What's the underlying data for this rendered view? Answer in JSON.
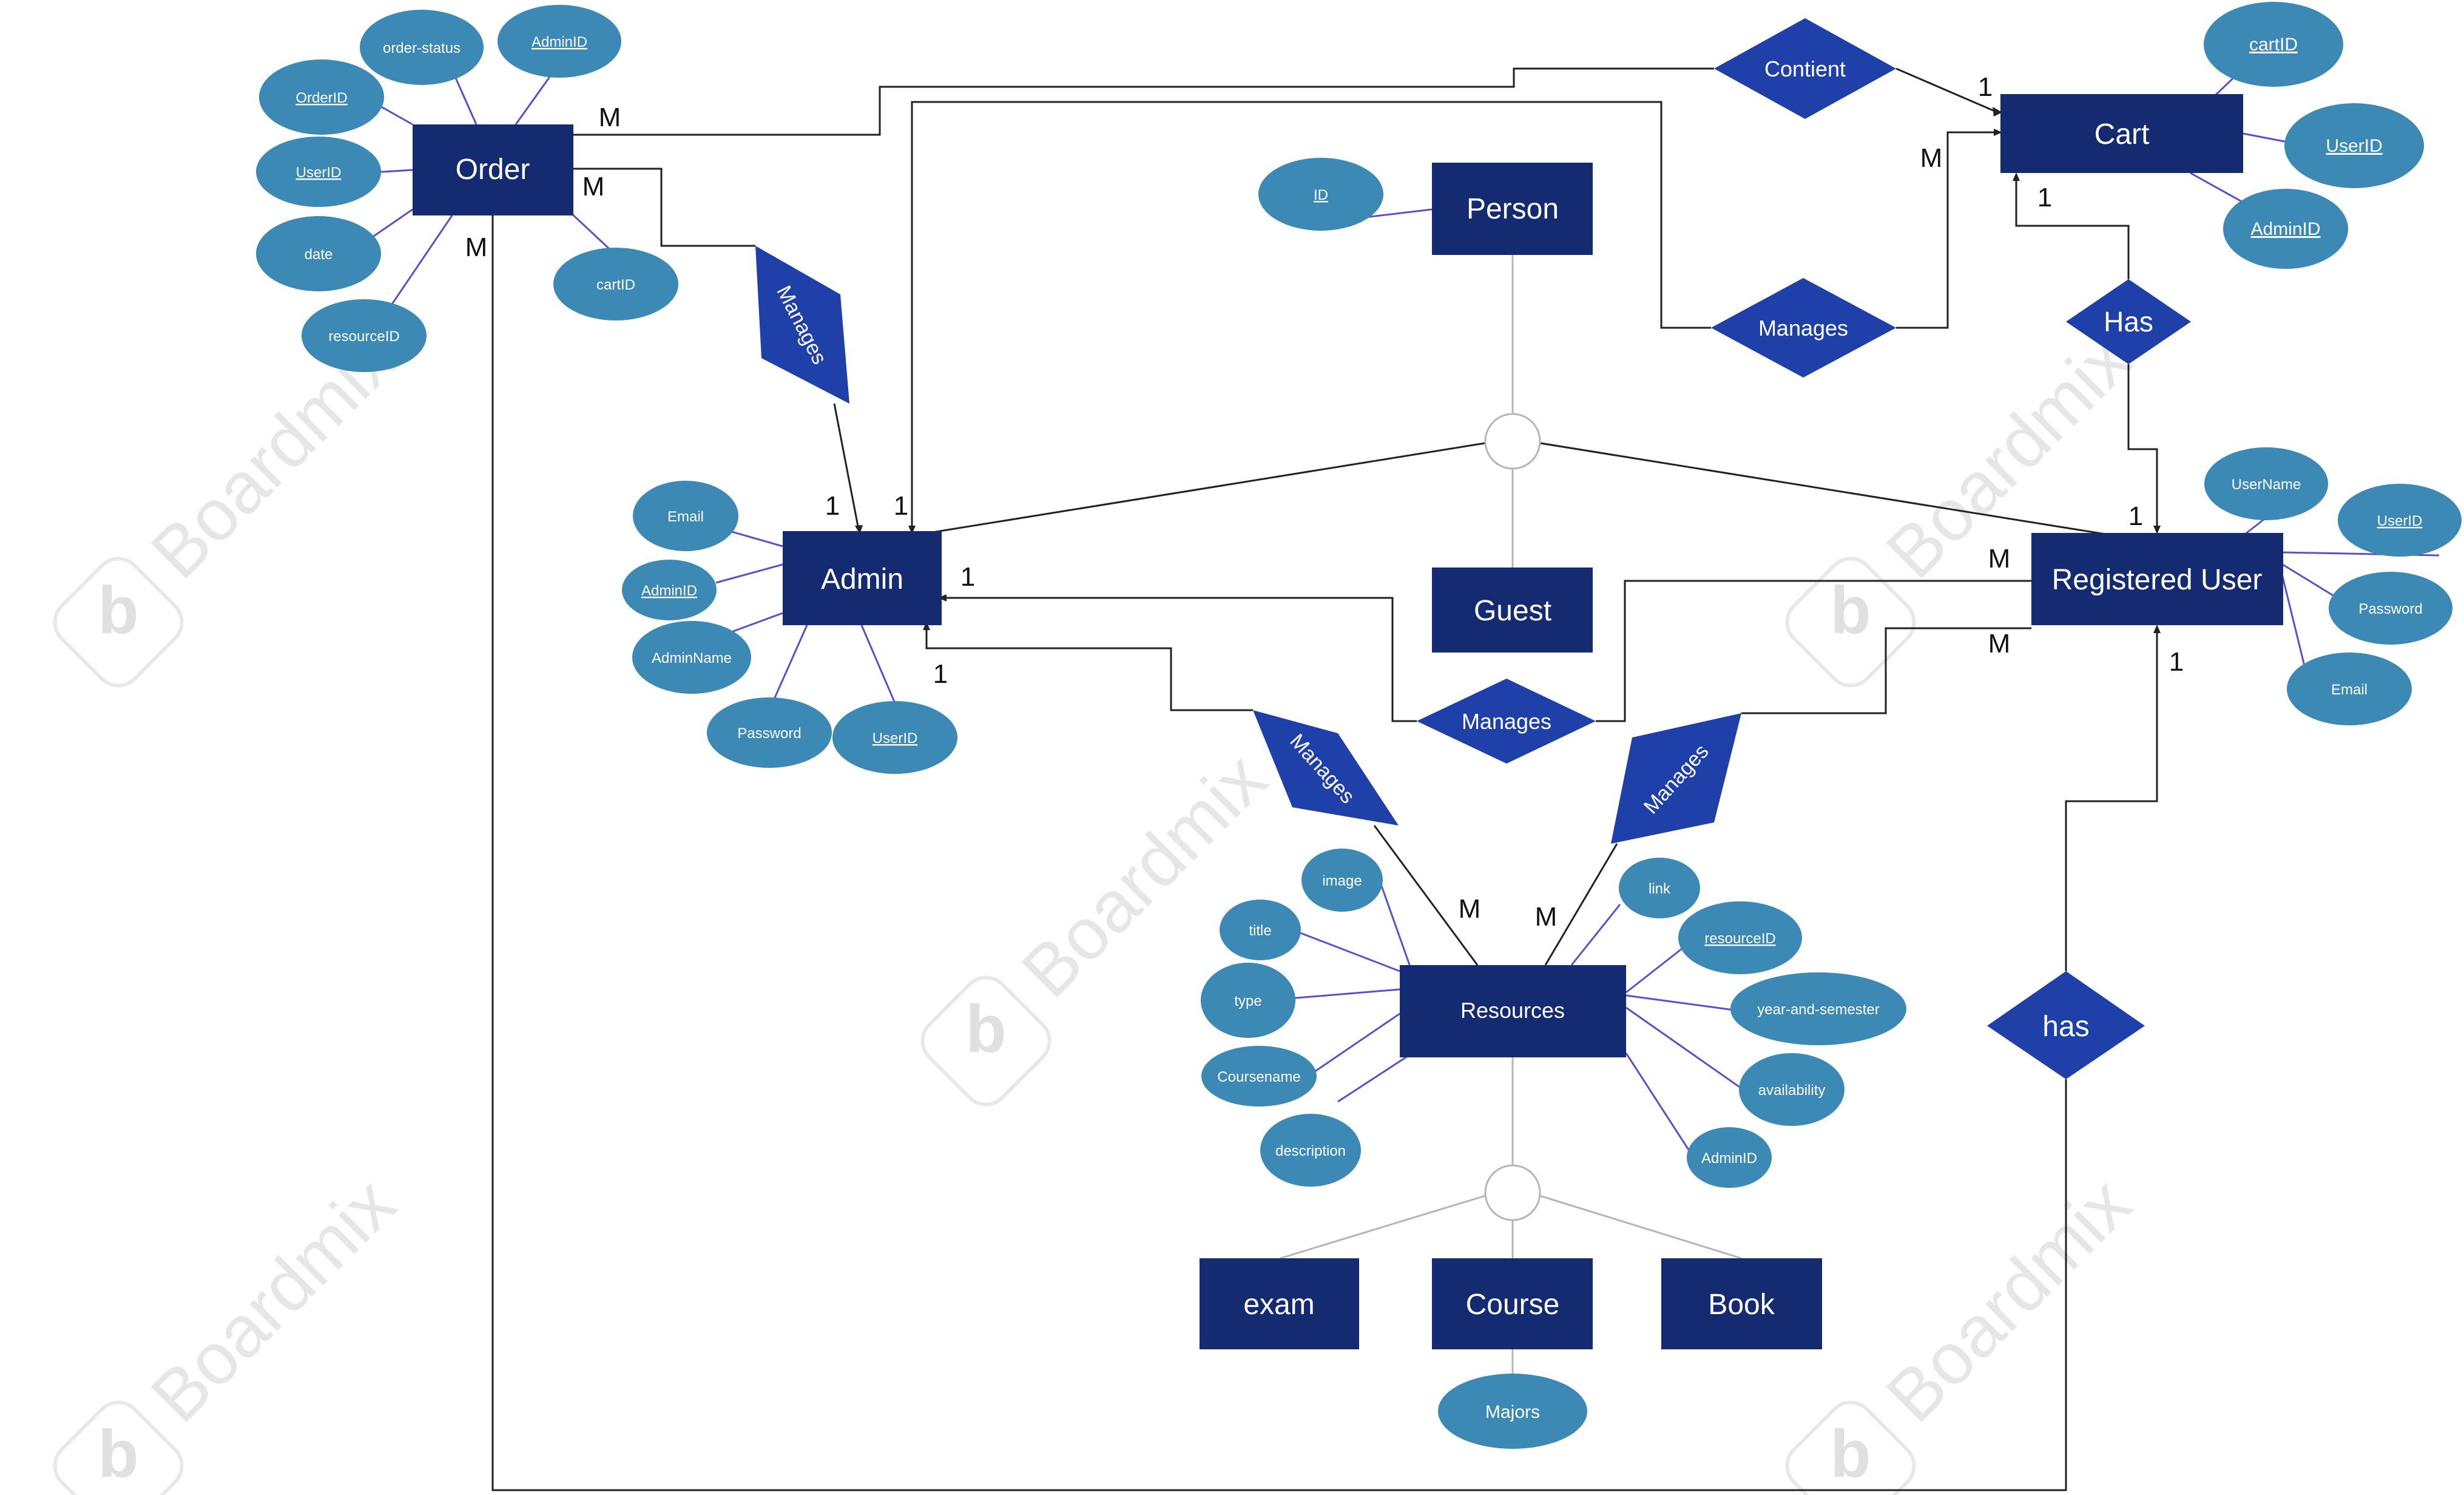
{
  "colors": {
    "entity": "#142b72",
    "relationship": "#1e40a8",
    "attribute": "#3b89b4",
    "connector": "#222222",
    "attr_line": "#5b4fd1",
    "isa_line": "#b5b5b5",
    "text_light": "#ffffff",
    "cardinality": "#111111",
    "watermark": "#e3e3e3"
  },
  "entities": {
    "order": "Order",
    "person": "Person",
    "admin": "Admin",
    "guest": "Guest",
    "registered_user": "Registered User",
    "cart": "Cart",
    "resources": "Resources",
    "exam": "exam",
    "course": "Course",
    "book": "Book"
  },
  "relationships": {
    "order_admin": "Manages",
    "contient": "Contient",
    "admin_cart": "Manages",
    "cart_user": "Has",
    "admin_user": "Manages",
    "admin_resources": "Manages",
    "user_resources": "Manages",
    "user_order": "has"
  },
  "attributes": {
    "order_status": "order-status",
    "order_adminid": "AdminID",
    "order_orderid": "OrderID",
    "order_userid": "UserID",
    "order_date": "date",
    "order_resourceid": "resourceID",
    "order_cartid": "cartID",
    "person_id": "ID",
    "admin_email": "Email",
    "admin_adminid": "AdminID",
    "admin_name": "AdminName",
    "admin_password": "Password",
    "admin_userid": "UserID",
    "cart_cartid": "cartID",
    "cart_userid": "UserID",
    "cart_adminid": "AdminID",
    "user_username": "UserName",
    "user_userid": "UserID",
    "user_password": "Password",
    "user_email": "Email",
    "res_image": "image",
    "res_title": "title",
    "res_type": "type",
    "res_coursename": "Coursename",
    "res_description": "description",
    "res_link": "link",
    "res_resourceid": "resourceID",
    "res_year": "year-and-semester",
    "res_availability": "availability",
    "res_adminid": "AdminID",
    "course_majors": "Majors"
  },
  "cardinalities": {
    "order_top": "M",
    "order_mid": "M",
    "order_bottom": "M",
    "admin_order_1": "1",
    "admin_cart_1": "1",
    "admin_user_1": "1",
    "admin_res_1": "1",
    "cart_contient_1": "1",
    "cart_manages_m": "M",
    "cart_has_1": "1",
    "user_has_1": "1",
    "user_manages_m": "M",
    "user_res_m": "M",
    "user_order_1": "1",
    "res_admin_m": "M",
    "res_user_m": "M"
  },
  "watermark": "Boardmix"
}
